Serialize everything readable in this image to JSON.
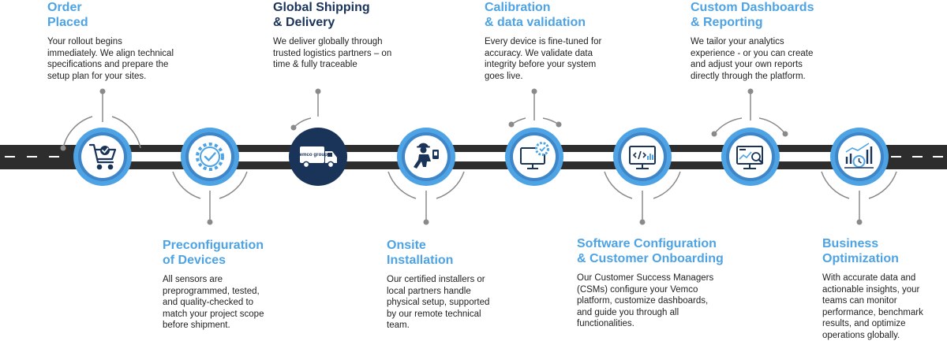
{
  "colors": {
    "road": "#2d2d2d",
    "lane_white": "#ffffff",
    "light_blue": "#4da3e3",
    "mid_blue": "#3f86c9",
    "navy": "#1a3459",
    "connector_gray": "#8a8a8a"
  },
  "steps": [
    {
      "title": "Order\nPlaced",
      "desc": "Your rollout begins\nimmediately. We align technical\nspecifications and prepare the\nsetup plan for your sites.",
      "icon": "shopping-cart-check-icon"
    },
    {
      "title": "Preconfiguration\nof Devices",
      "desc": "All sensors are\npreprogrammed, tested,\nand quality-checked to\nmatch your project scope\nbefore shipment.",
      "icon": "gear-check-icon"
    },
    {
      "title": "Global Shipping\n& Delivery",
      "desc": "We deliver globally through\ntrusted logistics partners – on\ntime & fully traceable",
      "icon": "delivery-truck-icon",
      "truck_label": "vemco group"
    },
    {
      "title": "Onsite\nInstallation",
      "desc": "Our certified installers or\nlocal partners handle\nphysical setup, supported\nby our remote technical\nteam.",
      "icon": "technician-icon"
    },
    {
      "title": "Calibration\n& data validation",
      "desc": "Every device is fine-tuned for\naccuracy. We validate data\nintegrity before your system\ngoes live.",
      "icon": "monitor-gear-icon"
    },
    {
      "title": "Software Configuration\n& Customer Onboarding",
      "desc": "Our Customer Success Managers\n(CSMs) configure your Vemco\nplatform, customize dashboards,\nand guide you through all\nfunctionalities.",
      "icon": "monitor-code-icon"
    },
    {
      "title": "Custom Dashboards\n& Reporting",
      "desc": "We tailor your analytics\nexperience - or you can create\nand adjust your own reports\ndirectly through the platform.",
      "icon": "dashboard-magnifier-icon"
    },
    {
      "title": "Business\nOptimization",
      "desc": "With accurate data and\nactionable insights, your\nteams can monitor\nperformance, benchmark\nresults, and optimize\noperations globally.",
      "icon": "growth-chart-clock-icon"
    }
  ]
}
